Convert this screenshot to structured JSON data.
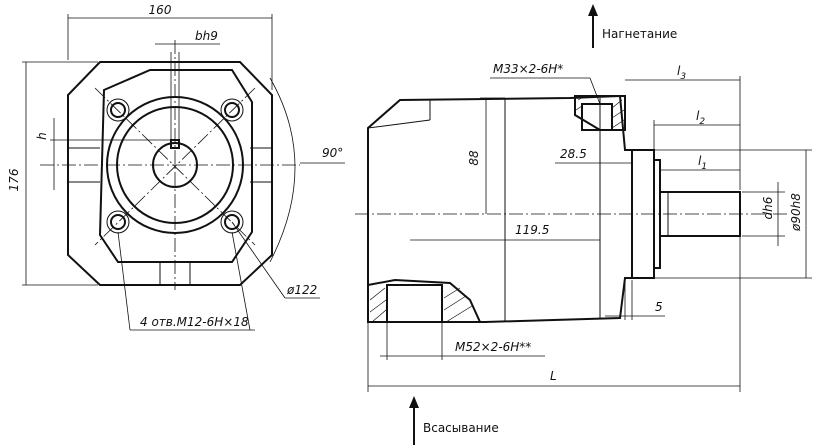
{
  "left_view": {
    "dim_width": "160",
    "dim_key": "bh9",
    "dim_height": "176",
    "dim_h": "h",
    "dim_angle": "90°",
    "dim_circle": "ø122",
    "holes_note": "4 отв.М12-6Н×18"
  },
  "right_view": {
    "thread_top": "М33×2-6Н*",
    "thread_bottom": "М52×2-6Н**",
    "dim_88": "88",
    "dim_28_5": "28.5",
    "dim_119_5": "119.5",
    "dim_l1": "l",
    "dim_l1_sub": "1",
    "dim_l2": "l",
    "dim_l2_sub": "2",
    "dim_l3": "l",
    "dim_l3_sub": "3",
    "dim_dh6": "dh6",
    "dim_d90": "ø90h8",
    "dim_5": "5",
    "dim_L": "L"
  },
  "flow": {
    "discharge": "Нагнетание",
    "suction": "Всасывание"
  }
}
